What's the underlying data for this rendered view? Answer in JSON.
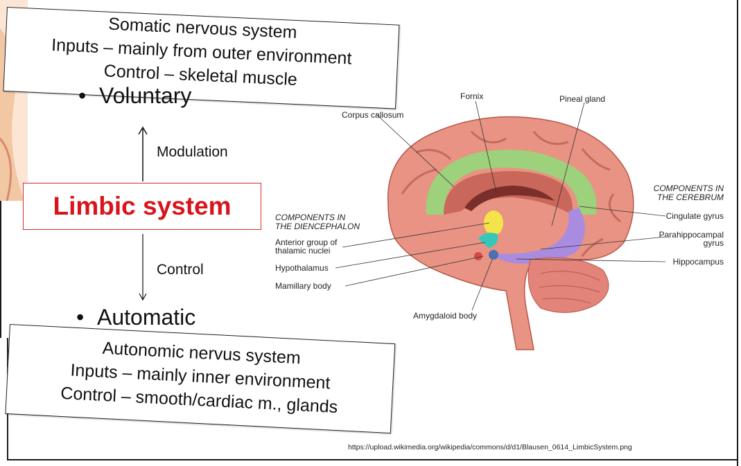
{
  "cards": {
    "top": {
      "line1": "Somatic nervous system",
      "line2": "Inputs – mainly from outer environment",
      "line3": "Control – skeletal muscle"
    },
    "bottom": {
      "line1": "Autonomic nervus system",
      "line2": "Inputs – mainly inner environment",
      "line3": "Control – smooth/cardiac m., glands"
    }
  },
  "hierarchy": {
    "voluntary": "Voluntary",
    "automatic": "Automatic",
    "modulation": "Modulation",
    "control": "Control",
    "limbic_system": "Limbic system"
  },
  "brain_labels": {
    "corpus_callosum": "Corpus callosum",
    "fornix": "Fornix",
    "pineal_gland": "Pineal gland",
    "dien_heading_1": "COMPONENTS IN",
    "dien_heading_2": "THE DIENCEPHALON",
    "anterior_group_1": "Anterior group of",
    "anterior_group_2": "thalamic nuclei",
    "hypothalamus": "Hypothalamus",
    "mamillary_body": "Mamillary body",
    "amygdaloid_body": "Amygdaloid body",
    "cereb_heading_1": "COMPONENTS IN",
    "cereb_heading_2": "THE CEREBRUM",
    "cingulate_gyrus": "Cingulate gyrus",
    "parahippocampal_1": "Parahippocampal",
    "parahippocampal_2": "gyrus",
    "hippocampus": "Hippocampus"
  },
  "source_url": "https://upload.wikimedia.org/wikipedia/commons/d/d1/Blausen_0614_LimbicSystem.png",
  "colors": {
    "limbic_red": "#d8141c",
    "cingulate_green": "#8fdc7a",
    "parahippocampal_purple": "#a98be0",
    "thalamic_yellow": "#f5e34a",
    "hypothalamus_cyan": "#36c7b9",
    "brain_pink": "#e8958a"
  }
}
